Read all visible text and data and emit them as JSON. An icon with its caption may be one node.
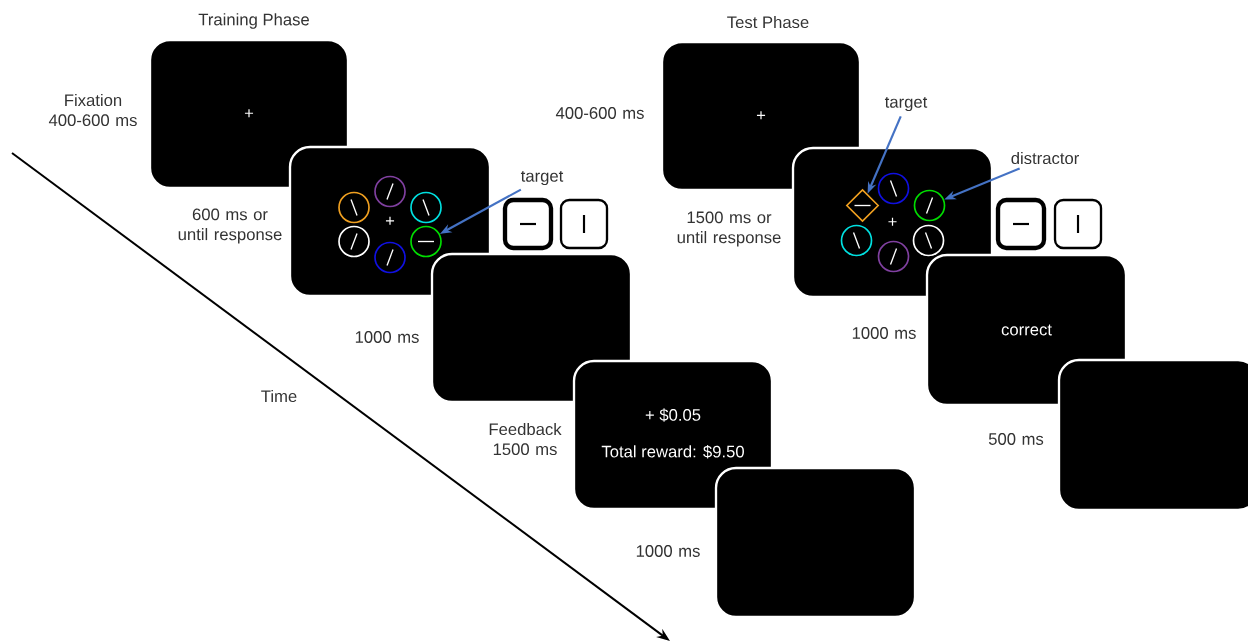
{
  "diagram": {
    "nodes": [
      {
        "text": [
          "+"
        ],
        "beside": [
          "Fixation 400-600 ms"
        ]
      },
      {
        "text": [
          "+"
        ],
        "beside": [
          "600 ms or until response"
        ]
      },
      {
        "text": [],
        "shape": "circle",
        "in": 1
      },
      {
        "text": [
          "target"
        ]
      },
      {
        "text": [],
        "shape": "box",
        "beside": [
          "1000 ms"
        ]
      },
      {
        "text": [
          "+ $0.05",
          "Total reward: $9.50"
        ],
        "beside": [
          "Feedback 1500 ms"
        ]
      },
      {
        "text": [],
        "shape": "box",
        "beside": [
          "1000 ms"
        ]
      },
      {
        "text": [
          "+"
        ],
        "beside": [
          "400-600 ms"
        ]
      },
      {
        "text": [
          "+"
        ],
        "beside": [
          "1500 ms or until response"
        ]
      },
      {
        "text": [],
        "shape": "diamond",
        "in": 8
      },
      {
        "text": [],
        "shape": "circle",
        "in": 8
      },
      {
        "text": [
          "target"
        ]
      },
      {
        "text": [
          "distractor"
        ]
      },
      {
        "text": [
          "correct"
        ],
        "beside": [
          "1000 ms"
        ]
      },
      {
        "text": [],
        "shape": "box",
        "beside": [
          "500 ms"
        ]
      }
    ],
    "edges": [
      {
        "from": 3,
        "to": 2,
        "arrow": "to"
      },
      {
        "from": 11,
        "to": 9,
        "arrow": "to"
      },
      {
        "from": 12,
        "to": 10,
        "arrow": "to"
      }
    ],
    "labels": [
      "Training Phase",
      "Test Phase",
      "Time"
    ]
  }
}
